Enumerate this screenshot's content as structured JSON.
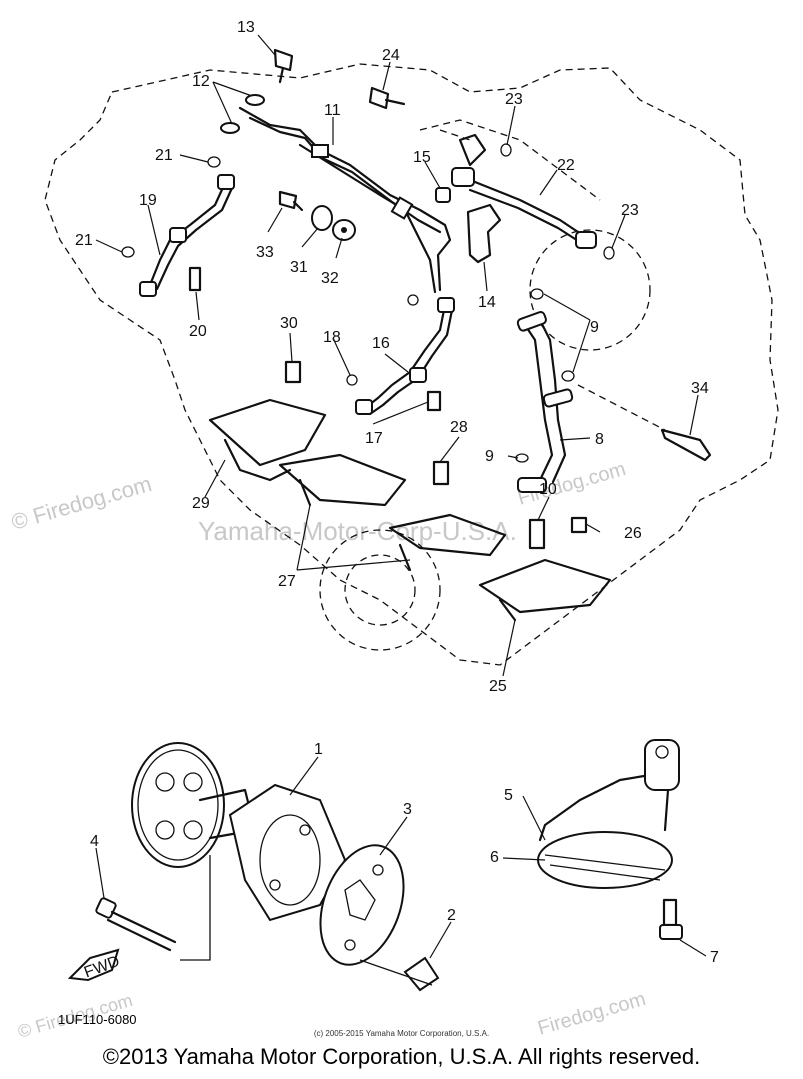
{
  "watermarks": {
    "site_left": "© Firedog.com",
    "site_center": "Yamaha-Motor-Corp-U.S.A.",
    "site_right": "Firedog.com",
    "site_bottom": "Firedog.com",
    "site_bottom_left": "© Firedog.com"
  },
  "diagram_code": "1UF110-6080",
  "copyright_small": "(c) 2005-2015 Yamaha Motor Corporation, U.S.A.",
  "copyright": "©2013 Yamaha Motor Corporation, U.S.A. All rights reserved.",
  "fwd_label": "FWD",
  "callouts": {
    "c1": "1",
    "c2": "2",
    "c3": "3",
    "c4": "4",
    "c5": "5",
    "c6": "6",
    "c7": "7",
    "c8": "8",
    "c9a": "9",
    "c9b": "9",
    "c10": "10",
    "c11": "11",
    "c12": "12",
    "c13": "13",
    "c14": "14",
    "c15": "15",
    "c16": "16",
    "c17": "17",
    "c18": "18",
    "c19": "19",
    "c20": "20",
    "c21a": "21",
    "c21b": "21",
    "c22": "22",
    "c23a": "23",
    "c23b": "23",
    "c24": "24",
    "c25": "25",
    "c26": "26",
    "c27": "27",
    "c28": "28",
    "c29": "29",
    "c30": "30",
    "c31": "31",
    "c32": "32",
    "c33": "33",
    "c34": "34"
  }
}
